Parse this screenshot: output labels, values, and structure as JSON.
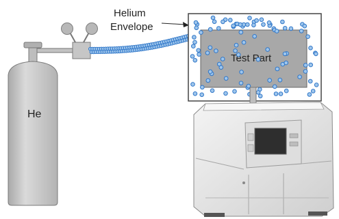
{
  "labels": {
    "cylinder": "He",
    "envelope_line1": "Helium",
    "envelope_line2": "Envelope",
    "test_part": "Test Part"
  },
  "colors": {
    "bubble_fill": "#9fc6ec",
    "bubble_stroke": "#2f76c8",
    "cylinder": "#c4c4c4",
    "gauge": "#b5b5b5",
    "test_part": "#a9a9a9",
    "machine_body": "#e4e4e4"
  },
  "icons": [
    "helium-cylinder-icon",
    "pressure-gauge-icon",
    "leak-detector-icon"
  ]
}
